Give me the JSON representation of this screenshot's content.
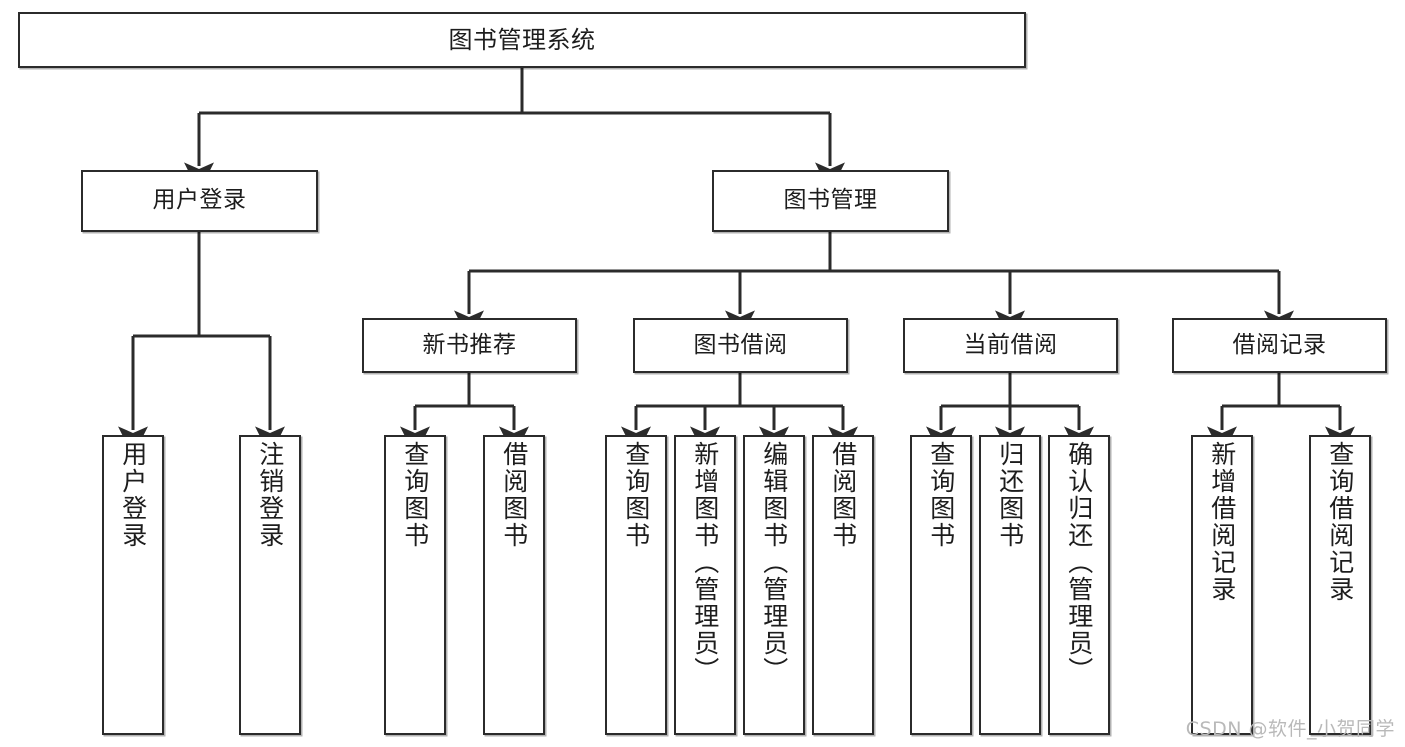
{
  "title": "图书管理系统",
  "watermark": "CSDN @软件_小贺同学",
  "colors": {
    "background": "#ffffff",
    "node_border": "#2b2b2b",
    "node_fill": "#ffffff",
    "edge": "#2b2b2b",
    "text": "#1d1d1d",
    "watermark": "#b9b9b9"
  },
  "chart_data": {
    "type": "diagram",
    "diagram_kind": "tree",
    "title": "图书管理系统",
    "orientation": "top-down",
    "levels": 4,
    "nodes": [
      {
        "id": "root",
        "label": "图书管理系统",
        "level": 0,
        "parent": null,
        "orientation": "horizontal"
      },
      {
        "id": "login",
        "label": "用户登录",
        "level": 1,
        "parent": "root",
        "orientation": "horizontal"
      },
      {
        "id": "bookmgmt",
        "label": "图书管理",
        "level": 1,
        "parent": "root",
        "orientation": "horizontal"
      },
      {
        "id": "login_in",
        "label": "用户登录",
        "level": 2,
        "parent": "login",
        "orientation": "vertical"
      },
      {
        "id": "login_out",
        "label": "注销登录",
        "level": 2,
        "parent": "login",
        "orientation": "vertical"
      },
      {
        "id": "newbook",
        "label": "新书推荐",
        "level": 2,
        "parent": "bookmgmt",
        "orientation": "horizontal"
      },
      {
        "id": "borrow",
        "label": "图书借阅",
        "level": 2,
        "parent": "bookmgmt",
        "orientation": "horizontal"
      },
      {
        "id": "current",
        "label": "当前借阅",
        "level": 2,
        "parent": "bookmgmt",
        "orientation": "horizontal"
      },
      {
        "id": "records",
        "label": "借阅记录",
        "level": 2,
        "parent": "bookmgmt",
        "orientation": "horizontal"
      },
      {
        "id": "newbook_query",
        "label": "查询图书",
        "level": 3,
        "parent": "newbook",
        "orientation": "vertical"
      },
      {
        "id": "newbook_borrow",
        "label": "借阅图书",
        "level": 3,
        "parent": "newbook",
        "orientation": "vertical"
      },
      {
        "id": "borrow_query",
        "label": "查询图书",
        "level": 3,
        "parent": "borrow",
        "orientation": "vertical"
      },
      {
        "id": "borrow_add",
        "label": "新增图书（管理员）",
        "level": 3,
        "parent": "borrow",
        "orientation": "vertical"
      },
      {
        "id": "borrow_edit",
        "label": "编辑图书（管理员）",
        "level": 3,
        "parent": "borrow",
        "orientation": "vertical"
      },
      {
        "id": "borrow_do",
        "label": "借阅图书",
        "level": 3,
        "parent": "borrow",
        "orientation": "vertical"
      },
      {
        "id": "current_query",
        "label": "查询图书",
        "level": 3,
        "parent": "current",
        "orientation": "vertical"
      },
      {
        "id": "current_return",
        "label": "归还图书",
        "level": 3,
        "parent": "current",
        "orientation": "vertical"
      },
      {
        "id": "current_confirm",
        "label": "确认归还（管理员）",
        "level": 3,
        "parent": "current",
        "orientation": "vertical"
      },
      {
        "id": "records_add",
        "label": "新增借阅记录",
        "level": 3,
        "parent": "records",
        "orientation": "vertical"
      },
      {
        "id": "records_query",
        "label": "查询借阅记录",
        "level": 3,
        "parent": "records",
        "orientation": "vertical"
      }
    ],
    "edges": [
      {
        "from": "root",
        "to": "login"
      },
      {
        "from": "root",
        "to": "bookmgmt"
      },
      {
        "from": "login",
        "to": "login_in"
      },
      {
        "from": "login",
        "to": "login_out"
      },
      {
        "from": "bookmgmt",
        "to": "newbook"
      },
      {
        "from": "bookmgmt",
        "to": "borrow"
      },
      {
        "from": "bookmgmt",
        "to": "current"
      },
      {
        "from": "bookmgmt",
        "to": "records"
      },
      {
        "from": "newbook",
        "to": "newbook_query"
      },
      {
        "from": "newbook",
        "to": "newbook_borrow"
      },
      {
        "from": "borrow",
        "to": "borrow_query"
      },
      {
        "from": "borrow",
        "to": "borrow_add"
      },
      {
        "from": "borrow",
        "to": "borrow_edit"
      },
      {
        "from": "borrow",
        "to": "borrow_do"
      },
      {
        "from": "current",
        "to": "current_query"
      },
      {
        "from": "current",
        "to": "current_return"
      },
      {
        "from": "current",
        "to": "current_confirm"
      },
      {
        "from": "records",
        "to": "records_add"
      },
      {
        "from": "records",
        "to": "records_query"
      }
    ]
  },
  "nodes": {
    "root": {
      "label": "图书管理系统"
    },
    "login": {
      "label": "用户登录"
    },
    "bookmgmt": {
      "label": "图书管理"
    },
    "login_in": {
      "label": "用户登录"
    },
    "login_out": {
      "label": "注销登录"
    },
    "newbook": {
      "label": "新书推荐"
    },
    "borrow": {
      "label": "图书借阅"
    },
    "current": {
      "label": "当前借阅"
    },
    "records": {
      "label": "借阅记录"
    },
    "newbook_query": {
      "label": "查询图书"
    },
    "newbook_borrow": {
      "label": "借阅图书"
    },
    "borrow_query": {
      "label": "查询图书"
    },
    "borrow_add": {
      "label": "新增图书（管理员）"
    },
    "borrow_edit": {
      "label": "编辑图书（管理员）"
    },
    "borrow_do": {
      "label": "借阅图书"
    },
    "current_query": {
      "label": "查询图书"
    },
    "current_return": {
      "label": "归还图书"
    },
    "current_confirm": {
      "label": "确认归还（管理员）"
    },
    "records_add": {
      "label": "新增借阅记录"
    },
    "records_query": {
      "label": "查询借阅记录"
    }
  }
}
